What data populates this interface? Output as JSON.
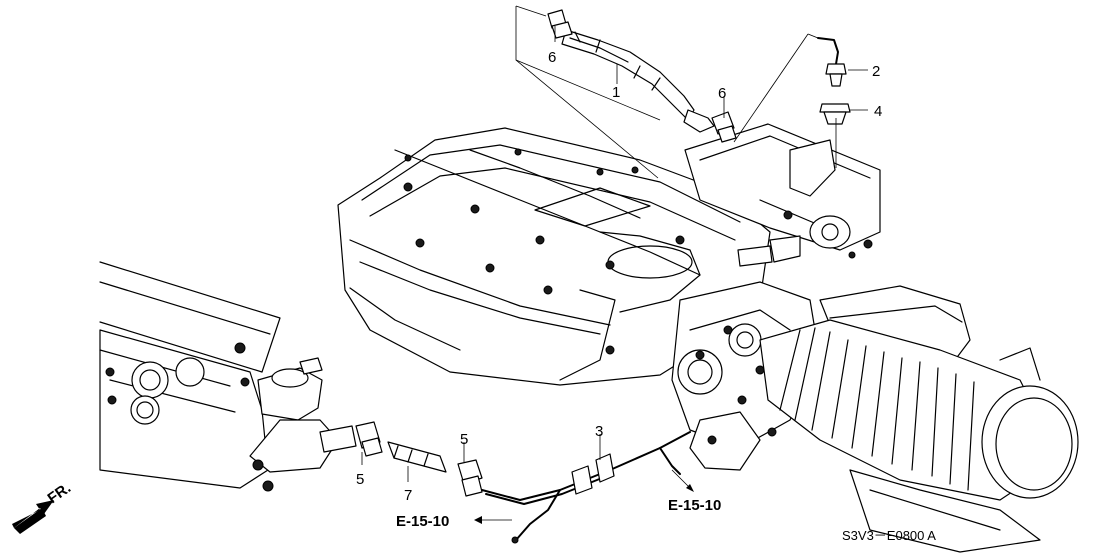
{
  "callouts": {
    "c1": "1",
    "c2": "2",
    "c3": "3",
    "c4": "4",
    "c5a": "5",
    "c5b": "5",
    "c6a": "6",
    "c6b": "6",
    "c7": "7"
  },
  "refs": {
    "right": "E-15-10",
    "bottom": "E-15-10"
  },
  "direction_label": "FR.",
  "diagram_code": "S3V3－E0800 A"
}
